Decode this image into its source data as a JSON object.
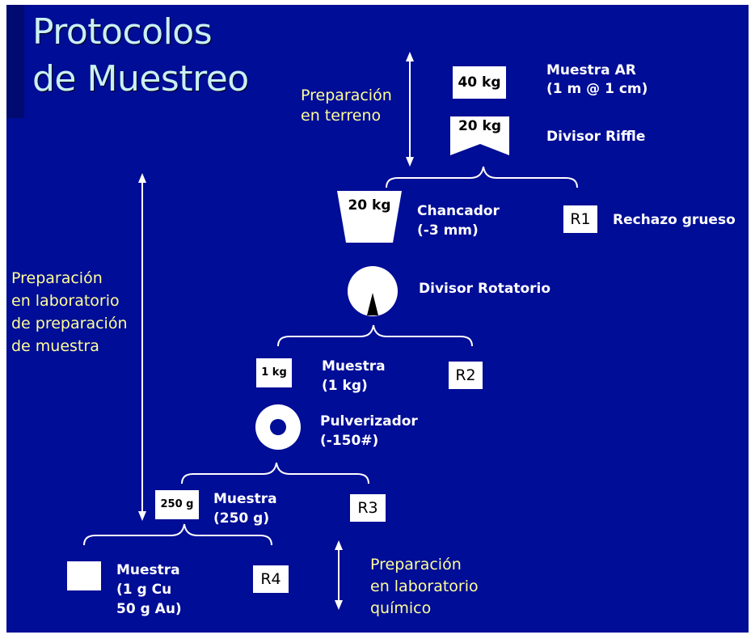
{
  "title": {
    "line1": "Protocolos",
    "line2": "de Muestreo"
  },
  "stages": {
    "terreno": {
      "line1": "Preparación",
      "line2": "en terreno"
    },
    "laboratorio_prep": {
      "line1": "Preparación",
      "line2": "en laboratorio",
      "line3": "de preparación",
      "line4": "de muestra"
    },
    "laboratorio_quimico": {
      "line1": "Preparación",
      "line2": "en laboratorio",
      "line3": "químico"
    }
  },
  "steps": {
    "muestra_ar": {
      "mass": "40 kg",
      "line1": "Muestra AR",
      "line2": "(1 m @ 1 cm)"
    },
    "divisor_riffle": {
      "mass": "20 kg",
      "label": "Divisor Riffle"
    },
    "chancador": {
      "mass": "20 kg",
      "line1": "Chancador",
      "line2": "(-3 mm)"
    },
    "rechazo_grueso": {
      "code": "R1",
      "label": "Rechazo grueso"
    },
    "divisor_rotatorio": {
      "label": "Divisor Rotatorio"
    },
    "muestra_1kg": {
      "mass": "1 kg",
      "line1": "Muestra",
      "line2": "(1 kg)"
    },
    "r2": {
      "code": "R2"
    },
    "pulverizador": {
      "line1": "Pulverizador",
      "line2": "(-150#)"
    },
    "muestra_250g": {
      "mass": "250 g",
      "line1": "Muestra",
      "line2": "(250 g)"
    },
    "r3": {
      "code": "R3"
    },
    "muestra_final": {
      "line1": "Muestra",
      "line2": "(1 g Cu",
      "line3": "50 g Au)"
    },
    "r4": {
      "code": "R4"
    }
  },
  "colors": {
    "background": "#000d96",
    "title": "#c8f0f5",
    "stage_text": "#ffff99",
    "label_text": "#ffffff"
  }
}
